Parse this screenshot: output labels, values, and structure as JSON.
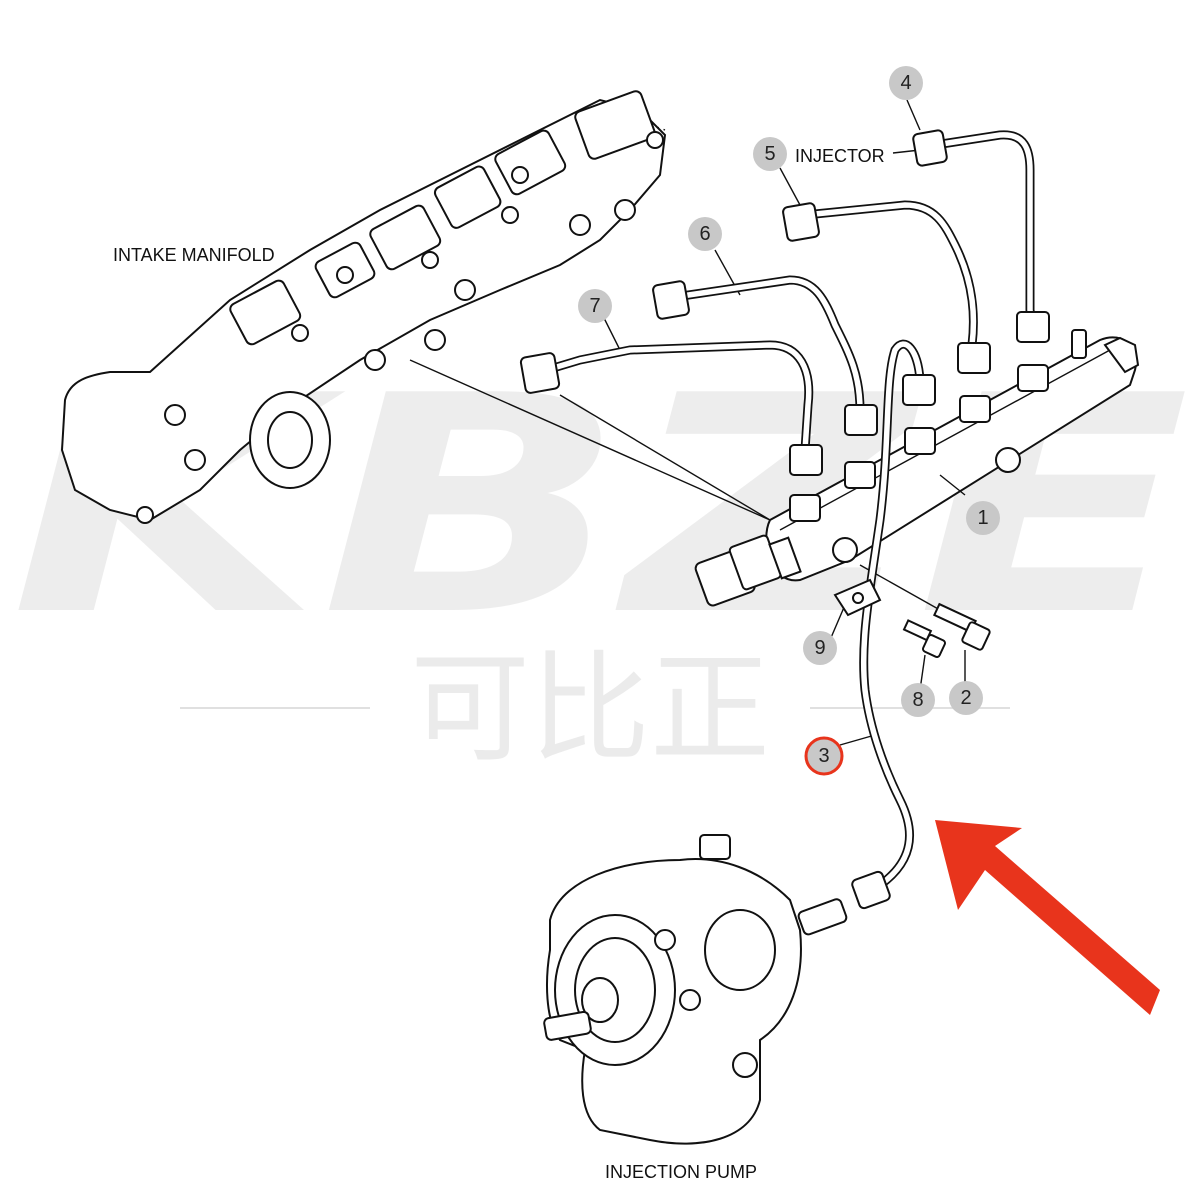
{
  "labels": {
    "intake_manifold": "INTAKE MANIFOLD",
    "injector": "INJECTOR",
    "injection_pump": "INJECTION PUMP"
  },
  "callouts": [
    {
      "id": "1",
      "highlighted": false
    },
    {
      "id": "2",
      "highlighted": false
    },
    {
      "id": "3",
      "highlighted": true
    },
    {
      "id": "4",
      "highlighted": false
    },
    {
      "id": "5",
      "highlighted": false
    },
    {
      "id": "6",
      "highlighted": false
    },
    {
      "id": "7",
      "highlighted": false
    },
    {
      "id": "8",
      "highlighted": false
    },
    {
      "id": "9",
      "highlighted": false
    }
  ],
  "watermark": {
    "latin": "KBZE",
    "chinese": "可比正"
  },
  "colors": {
    "highlight_ring": "#e8341c",
    "arrow": "#e8341c",
    "callout_fill": "#c8c8c8",
    "watermark_accent": "#f2a23a"
  }
}
